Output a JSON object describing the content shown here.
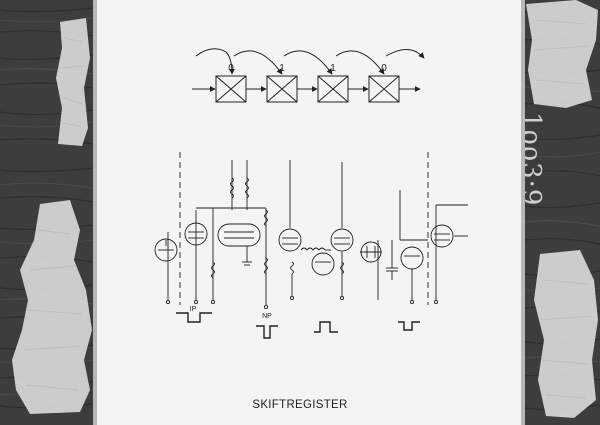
{
  "title": "SKIFTREGISTER",
  "register_bits": [
    "0",
    "1",
    "1",
    "0"
  ],
  "pulse_labels": {
    "input": "IP",
    "shift": "NP"
  },
  "board_mark": "1ρρ3·9",
  "colors": {
    "paper": "#f4f4f2",
    "ink": "#222222",
    "board": "#3b3b38",
    "tape": "#d8d8d6"
  }
}
